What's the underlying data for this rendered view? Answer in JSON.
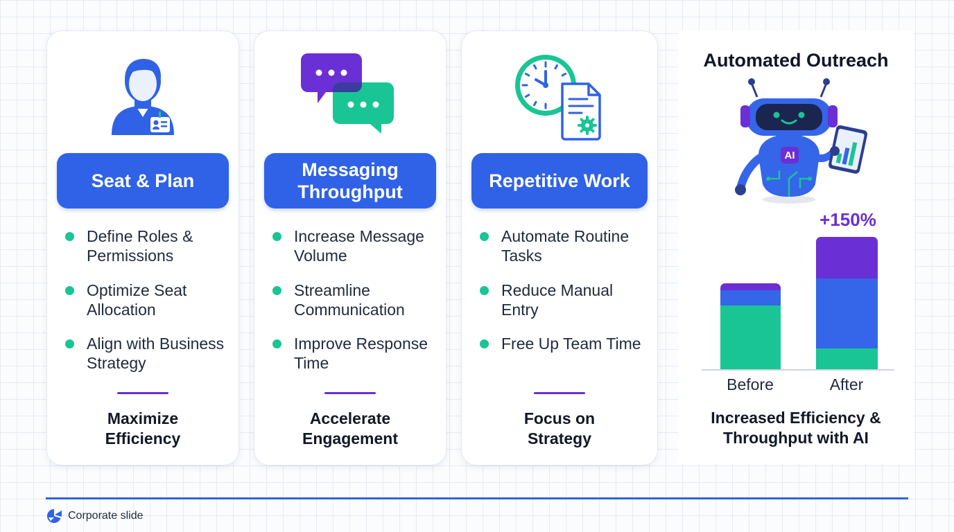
{
  "cards": [
    {
      "title": "Seat & Plan",
      "bullets": [
        "Define Roles & Permissions",
        "Optimize Seat Allocation",
        "Align with Business Strategy"
      ],
      "footer": "Maximize Efficiency",
      "icon": "user-badge-icon"
    },
    {
      "title": "Messaging Throughput",
      "bullets": [
        "Increase Message Volume",
        "Streamline Communication",
        "Improve Response Time"
      ],
      "footer": "Accelerate Engagement",
      "icon": "chat-bubbles-icon"
    },
    {
      "title": "Repetitive Work",
      "bullets": [
        "Automate Routine Tasks",
        "Reduce Manual Entry",
        "Free Up Team Time"
      ],
      "footer": "Focus on Strategy",
      "icon": "clock-document-icon"
    }
  ],
  "panel": {
    "title": "Automated Outreach",
    "robot_badge": "AI",
    "robot_icon": "ai-robot-icon",
    "caption": "Increased Efficiency & Throughput with AI"
  },
  "chart_data": {
    "type": "bar",
    "stacked": true,
    "categories": [
      "Before",
      "After"
    ],
    "annotation": "+150%",
    "stack_segments_bottom_to_top": [
      {
        "color": "#19c595",
        "values": [
          92,
          30
        ]
      },
      {
        "color": "#3565e8",
        "values": [
          22,
          101
        ]
      },
      {
        "color": "#6b2fd6",
        "values": [
          10,
          60
        ]
      }
    ],
    "colors": {
      "green": "#19c595",
      "blue": "#3565e8",
      "purple": "#6b2fd6"
    }
  },
  "footer": {
    "label": "Corporate slide",
    "logo_icon": "brand-logo-icon"
  },
  "colors": {
    "accent": "#2f62e6",
    "bullet": "#19c595",
    "divider": "#6a2fd4"
  }
}
